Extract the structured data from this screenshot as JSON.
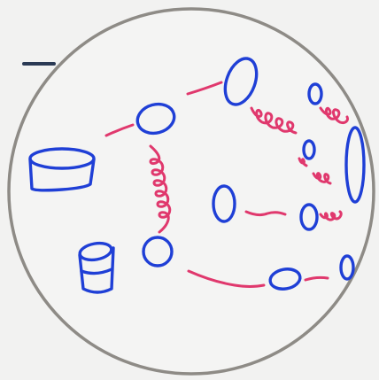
{
  "colors": {
    "background": "#f2f2f1",
    "disk_border": "#8e8b86",
    "disk_fill": "#f4f4f3",
    "blue_ink": "#1f3fd6",
    "pink_ink": "#e0386d",
    "dash": "#2b3a55"
  },
  "sketch": {
    "disk": "grey-circle-outline",
    "blue_shapes": [
      "ellipse",
      "ellipse",
      "ellipse",
      "ellipse",
      "ellipse",
      "ellipse",
      "ellipse",
      "ellipse",
      "ellipse",
      "ellipse",
      "cylinder",
      "cylinder"
    ],
    "pink_marks": [
      "line",
      "line",
      "line",
      "line",
      "line",
      "coil",
      "coil",
      "coil",
      "coil",
      "coil",
      "coil"
    ]
  }
}
